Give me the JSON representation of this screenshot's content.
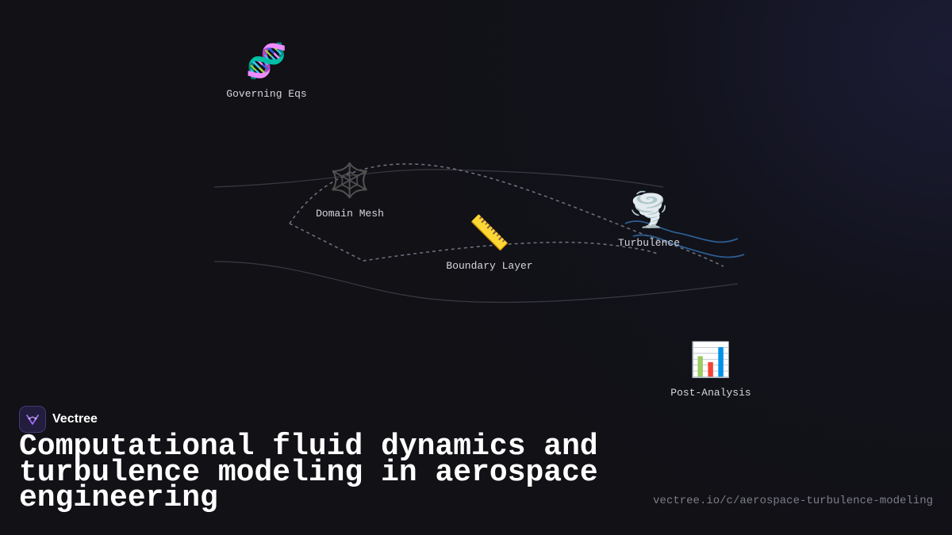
{
  "nodes": [
    {
      "id": "governing",
      "icon": "🧬",
      "icon_name": "dna-icon",
      "label": "Governing Eqs"
    },
    {
      "id": "mesh",
      "icon": "🕸️",
      "icon_name": "spider-web-icon",
      "label": "Domain Mesh"
    },
    {
      "id": "boundary",
      "icon": "📏",
      "icon_name": "ruler-icon",
      "label": "Boundary Layer"
    },
    {
      "id": "turbulence",
      "icon": "🌪️",
      "icon_name": "tornado-icon",
      "label": "Turbulence"
    },
    {
      "id": "post",
      "icon": "📊",
      "icon_name": "bar-chart-icon",
      "label": "Post-Analysis"
    }
  ],
  "brand": {
    "name": "Vectree",
    "logo_icon": "vectree-logo-icon"
  },
  "title": "Computational fluid dynamics and turbulence modeling in aerospace engineering",
  "url": "vectree.io/c/aerospace-turbulence-modeling",
  "colors": {
    "background": "#111116",
    "dashed_path": "#6b6f7a",
    "flow_line": "#3a3a42",
    "swirl": "#2c5d8f",
    "logo_accent": "#9b6cf0"
  }
}
